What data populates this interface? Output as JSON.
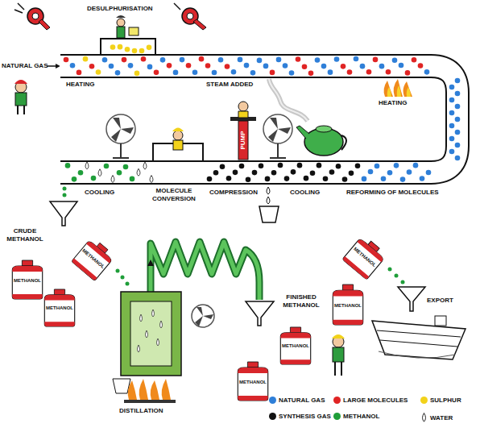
{
  "diagram": {
    "nodes": [
      {
        "text": [
          "METHANOL"
        ]
      },
      {
        "text": [
          "METHANOL"
        ]
      },
      {
        "text": [
          "METHANOL"
        ]
      },
      {
        "text": [
          "METHANOL"
        ]
      },
      {
        "text": [
          "METHANOL"
        ]
      },
      {
        "text": [
          "METHANOL"
        ]
      },
      {
        "text": [
          "METHANOL"
        ]
      }
    ],
    "labels": [
      "DESULPHURISATION",
      "NATURAL GAS",
      "HEATING",
      "STEAM ADDED",
      "HEATING",
      "PUMP",
      "COOLING",
      "REFORMING OF MOLECULES",
      "COMPRESSION",
      "MOLECULE CONVERSION",
      "COOLING",
      "CRUDE METHANOL",
      "DISTILLATION",
      "FINISHED METHANOL",
      "EXPORT"
    ],
    "legend": [
      {
        "text": "NATURAL GAS",
        "color": "#2f7fd8"
      },
      {
        "text": "LARGE MOLECULES",
        "color": "#e02424"
      },
      {
        "text": "SULPHUR",
        "color": "#f2d21a"
      },
      {
        "text": "SYNTHESIS GAS",
        "color": "#111111"
      },
      {
        "text": "METHANOL",
        "color": "#1f9e3a"
      },
      {
        "text": "WATER"
      }
    ]
  }
}
